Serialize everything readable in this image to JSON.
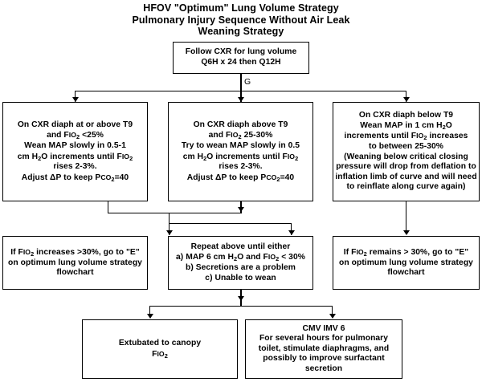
{
  "title": {
    "line1": "HFOV \"Optimum\" Lung Volume Strategy",
    "line2": "Pulmonary Injury Sequence Without Air Leak",
    "line3": "Weaning Strategy"
  },
  "flowchart": {
    "type": "flowchart",
    "edge_label_g": "G",
    "nodes": {
      "start": {
        "name": "follow-cxr",
        "lines": [
          "Follow CXR for lung volume",
          "Q6H x 24 then Q12H"
        ]
      },
      "branch_left": {
        "name": "cxr-diaph-at-or-above-t9",
        "lines": [
          "On CXR diaph at or above T9",
          "and F<span class=\"sc\">IO</span><sub>2</sub> &lt;25%",
          "Wean MAP slowly in 0.5-1",
          "cm H<sub>2</sub>O increments until F<span class=\"sc\">IO</span><sub>2</sub>",
          "rises 2-3%.",
          "Adjust &Delta;P to keep P<span class=\"sc\">CO</span><sub>2</sub>=40"
        ],
        "plain": "On CXR diaph at or above T9 and FiO2 <25% Wean MAP slowly in 0.5-1 cm H2O increments until FiO2 rises 2-3%. Adjust ΔP to keep PcO2=40"
      },
      "branch_middle": {
        "name": "cxr-diaph-above-t9",
        "lines": [
          "On CXR diaph above T9",
          "and F<span class=\"sc\">IO</span><sub>2</sub> 25-30%",
          "Try to wean MAP slowly in 0.5",
          "cm H<sub>2</sub>O increments until F<span class=\"sc\">IO</span><sub>2</sub>",
          "rises 2-3%.",
          "Adjust &Delta;P to keep P<span class=\"sc\">CO</span><sub>2</sub>=40"
        ],
        "plain": "On CXR diaph above T9 and FiO2 25-30% Try to wean MAP slowly in 0.5 cm H2O increments until FiO2 rises 2-3%. Adjust ΔP to keep PcO2=40"
      },
      "branch_right": {
        "name": "cxr-diaph-below-t9",
        "lines": [
          "On CXR diaph below T9",
          "Wean MAP in 1 cm H<sub>2</sub>O",
          "increments until F<span class=\"sc\">IO</span><sub>2</sub> increases",
          "to between 25-30%",
          "(Weaning below critical closing",
          "pressure will drop from deflation to",
          "inflation limb of curve and will need",
          "to reinflate along curve again)"
        ],
        "plain": "On CXR diaph below T9 Wean MAP in 1 cm H2O increments until FiO2 increases to between 25-30% (Weaning below critical closing pressure will drop from deflation to inflation limb of curve and will need to reinflate along curve again)"
      },
      "outcome_left": {
        "name": "fio2-increases-go-to-e",
        "lines": [
          "If F<span class=\"sc\">IO</span><sub>2</sub> increases &gt;30%, go to \"E\"",
          "on optimum lung volume strategy",
          "flowchart"
        ],
        "plain": "If FiO2 increases >30%, go to \"E\" on optimum lung volume strategy flowchart"
      },
      "outcome_middle": {
        "name": "repeat-above-until-either",
        "lines": [
          "Repeat above until either",
          "a) MAP 6 cm H<sub>2</sub>O and F<span class=\"sc\">IO</span><sub>2</sub> &lt; 30%",
          "b) Secretions are a problem",
          "c) Unable to wean"
        ],
        "plain": "Repeat above until either a) MAP 6 cm H2O and FiO2 < 30% b) Secretions are a problem c) Unable to wean"
      },
      "outcome_right": {
        "name": "fio2-remains-go-to-e",
        "lines": [
          "If F<span class=\"sc\">IO</span><sub>2</sub> remains &gt; 30%, go to \"E\"",
          "on optimum lung volume strategy",
          "flowchart"
        ],
        "plain": "If FiO2 remains > 30%, go to \"E\" on optimum lung volume strategy flowchart"
      },
      "final_left": {
        "name": "extubated-to-canopy",
        "lines": [
          "Extubated to canopy",
          "F<span class=\"sc\">IO</span><sub>2</sub>"
        ],
        "plain": "Extubated to canopy FiO2"
      },
      "final_right": {
        "name": "cmv-imv-6",
        "lines": [
          "CMV IMV 6",
          "For several hours for pulmonary",
          "toilet, stimulate diaphragms, and",
          "possibly to improve surfactant",
          "secretion"
        ],
        "plain": "CMV IMV 6 For several hours for pulmonary toilet, stimulate diaphragms, and possibly to improve surfactant secretion"
      }
    }
  },
  "colors": {
    "ink": "#000000",
    "paper": "#ffffff"
  }
}
